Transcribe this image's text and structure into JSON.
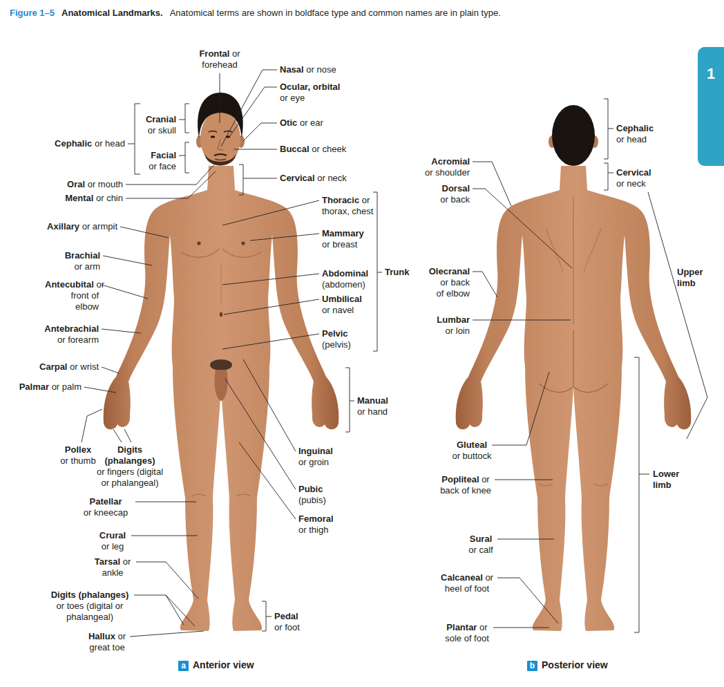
{
  "diagram": {
    "title": "Anatomical Landmarks.",
    "caption": "Anatomical terms are shown in boldface type and common names are in plain type.",
    "nodes": [
      {
        "text": [
          "1"
        ]
      },
      {
        "text": [
          "a"
        ]
      },
      {
        "text": [
          "b"
        ]
      }
    ],
    "labels": [
      "Figure 1–5",
      "Frontal",
      "or forehead",
      "Nasal",
      "or nose",
      "Ocular, orbital",
      "or eye",
      "Cranial",
      "or skull",
      "Cephalic",
      "or head",
      "Facial",
      "or face",
      "Otic",
      "or ear",
      "Buccal",
      "or cheek",
      "Oral",
      "or mouth",
      "Mental",
      "or chin",
      "Cervical",
      "or neck",
      "Thoracic",
      "or thorax, chest",
      "Axillary",
      "or armpit",
      "Mammary",
      "or breast",
      "Brachial",
      "or arm",
      "Abdominal",
      "(abdomen)",
      "Trunk",
      "Antecubital",
      "or front of elbow",
      "Umbilical",
      "or navel",
      "Antebrachial",
      "or forearm",
      "Pelvic",
      "(pelvis)",
      "Carpal",
      "or wrist",
      "Palmar",
      "or palm",
      "Manual",
      "or hand",
      "Pollex",
      "or thumb",
      "Digits (phalanges)",
      "or fingers (digital or phalangeal)",
      "Inguinal",
      "or groin",
      "Pubic",
      "(pubis)",
      "Patellar",
      "or kneecap",
      "Femoral",
      "or thigh",
      "Crural",
      "or leg",
      "Tarsal",
      "or ankle",
      "Digits (phalanges)",
      "or toes (digital or phalangeal)",
      "Pedal",
      "or foot",
      "Hallux",
      "or great toe",
      "Anterior view",
      "Cephalic",
      "or head",
      "Acromial",
      "or shoulder",
      "Cervical",
      "or neck",
      "Dorsal",
      "or back",
      "Upper limb",
      "Olecranal",
      "or back of elbow",
      "Lumbar",
      "or loin",
      "Gluteal",
      "or buttock",
      "Lower limb",
      "Popliteal",
      "or back of knee",
      "Sural",
      "or calf",
      "Calcaneal",
      "or heel of foot",
      "Plantar",
      "or sole of foot",
      "Posterior view"
    ]
  }
}
